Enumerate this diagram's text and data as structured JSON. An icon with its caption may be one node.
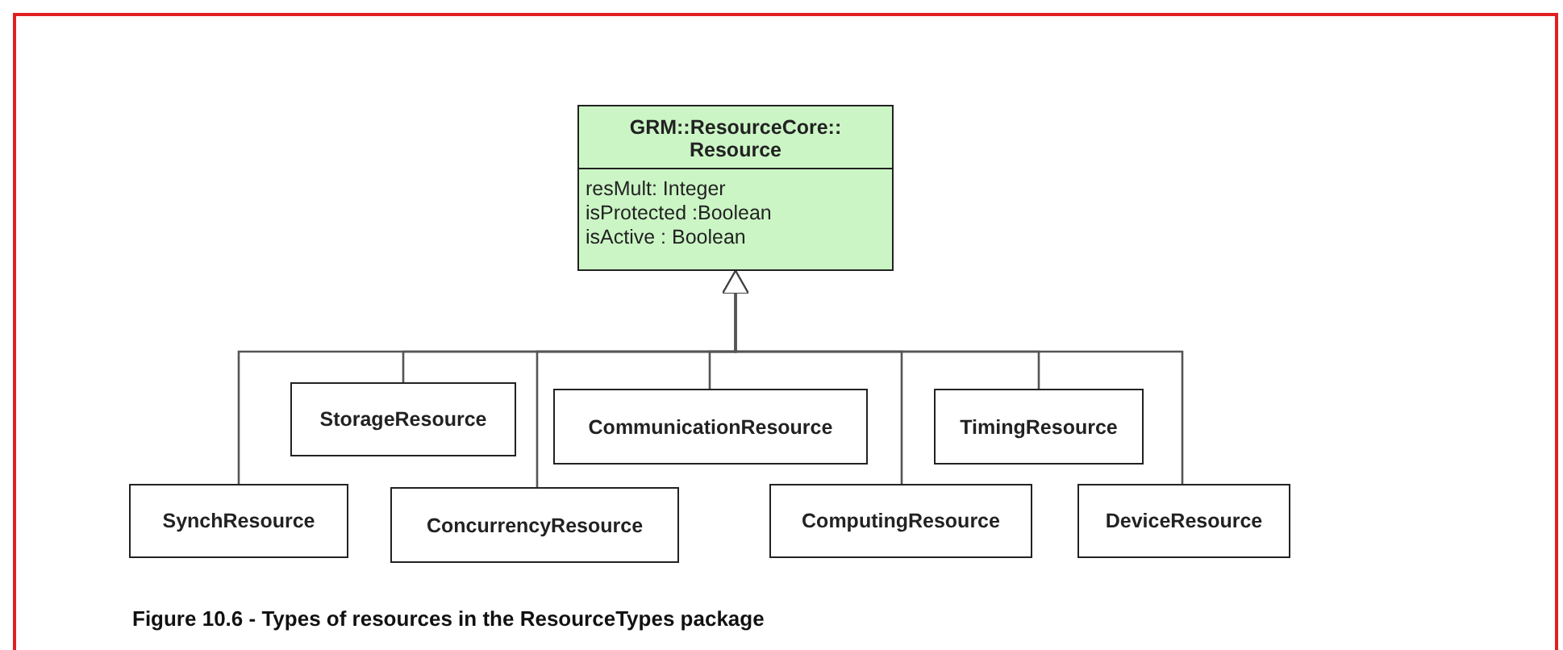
{
  "diagram": {
    "caption": "Figure 10.6 - Types of resources in the ResourceTypes package",
    "nodes": [
      {
        "text": [
          "GRM::ResourceCore:: Resource",
          "resMult: Integer",
          "isProtected :Boolean",
          "isActive : Boolean"
        ]
      },
      {
        "text": [
          "StorageResource"
        ]
      },
      {
        "text": [
          "CommunicationResource"
        ]
      },
      {
        "text": [
          "TimingResource"
        ]
      },
      {
        "text": [
          "SynchResource"
        ]
      },
      {
        "text": [
          "ConcurrencyResource"
        ]
      },
      {
        "text": [
          "ComputingResource"
        ]
      },
      {
        "text": [
          "DeviceResource"
        ]
      }
    ],
    "edges": [
      {
        "from": 1,
        "to": 0,
        "arrow": "to"
      },
      {
        "from": 2,
        "to": 0,
        "arrow": "to"
      },
      {
        "from": 3,
        "to": 0,
        "arrow": "to"
      },
      {
        "from": 4,
        "to": 0,
        "arrow": "to"
      },
      {
        "from": 5,
        "to": 0,
        "arrow": "to"
      },
      {
        "from": 6,
        "to": 0,
        "arrow": "to"
      },
      {
        "from": 7,
        "to": 0,
        "arrow": "to"
      }
    ]
  }
}
